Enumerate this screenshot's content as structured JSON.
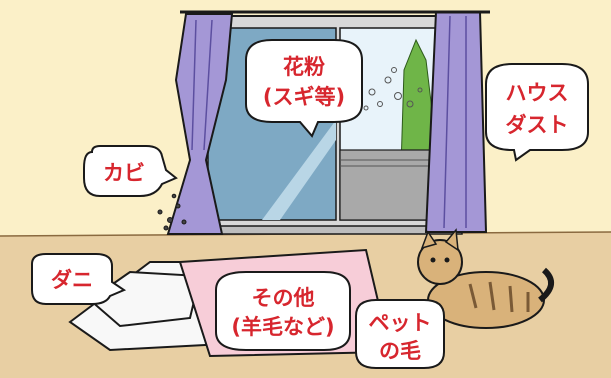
{
  "colors": {
    "wall": "#fbf0c8",
    "floor": "#e8cfa3",
    "baseboard": "#d9b98a",
    "curtain": "#a497d6",
    "curtain_dark": "#7f72b8",
    "glass": "#7ea9c4",
    "sky": "#e8f3fa",
    "tree": "#6fb548",
    "balcony": "#a9a9a9",
    "futon_pink": "#f7cdd8",
    "futon_white": "#f8f8f8",
    "cat": "#d9b27a",
    "cat_stripes": "#7a5a36",
    "bubble_fill": "#ffffff",
    "outline": "#1a1a1a",
    "bubble_text": "#d7262e"
  },
  "bubbles": {
    "pollen": {
      "line1": "花粉",
      "line2": "(スギ等)"
    },
    "housedust": {
      "line1": "ハウス",
      "line2": "ダスト"
    },
    "mold": {
      "label": "カビ"
    },
    "mite": {
      "label": "ダニ"
    },
    "other": {
      "line1": "その他",
      "line2": "(羊毛など)"
    },
    "pet": {
      "line1": "ペット",
      "line2": "の毛"
    }
  }
}
